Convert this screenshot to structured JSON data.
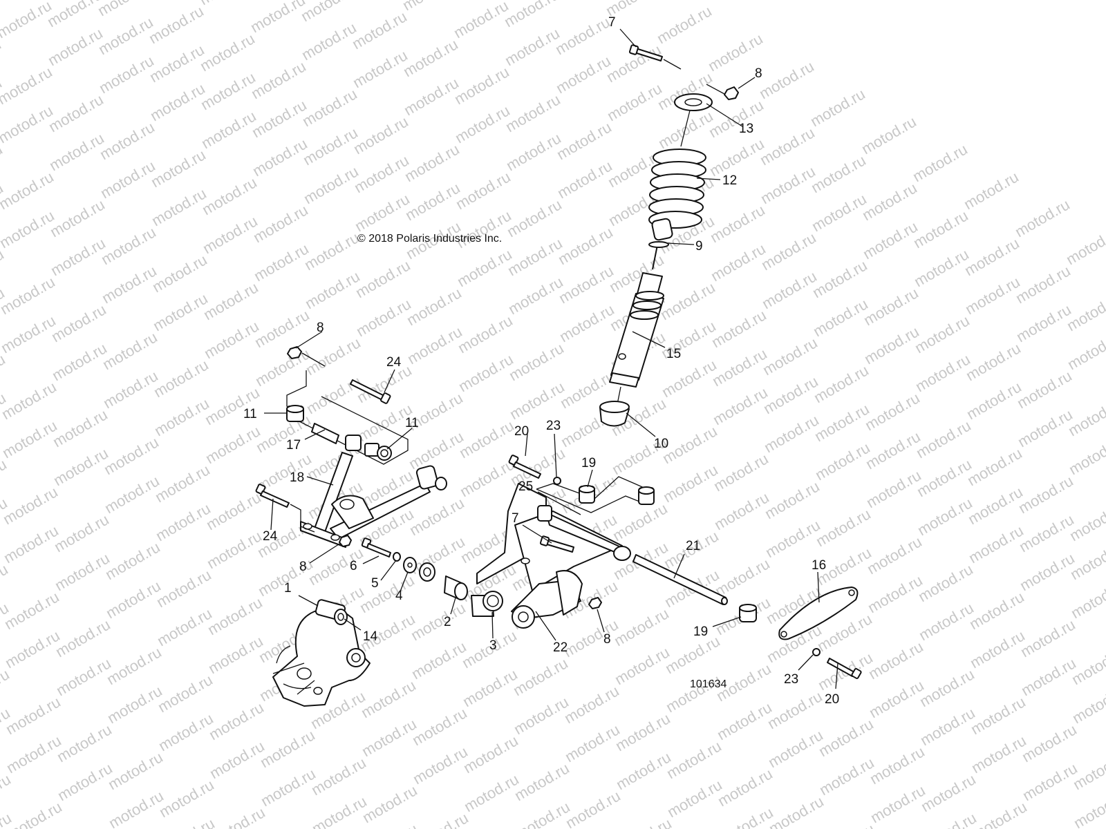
{
  "watermark": {
    "text": "motod.ru",
    "color": "#c8c8c8"
  },
  "copyright": "© 2018 Polaris Industries Inc.",
  "drawing_number": "101634",
  "callouts": {
    "c1": "1",
    "c2": "2",
    "c3": "3",
    "c4": "4",
    "c5": "5",
    "c6": "6",
    "c7_top": "7",
    "c7_mid": "7",
    "c8_top": "8",
    "c8_left": "8",
    "c8_lower_left": "8",
    "c8_lower": "8",
    "c9": "9",
    "c10": "10",
    "c11_left": "11",
    "c11_right": "11",
    "c12": "12",
    "c13": "13",
    "c14": "14",
    "c15": "15",
    "c16": "16",
    "c17": "17",
    "c18": "18",
    "c19_top": "19",
    "c19_right": "19",
    "c20_top": "20",
    "c20_bottom": "20",
    "c21": "21",
    "c22": "22",
    "c23_top": "23",
    "c23_bottom": "23",
    "c24_top": "24",
    "c24_bottom": "24",
    "c25": "25"
  }
}
